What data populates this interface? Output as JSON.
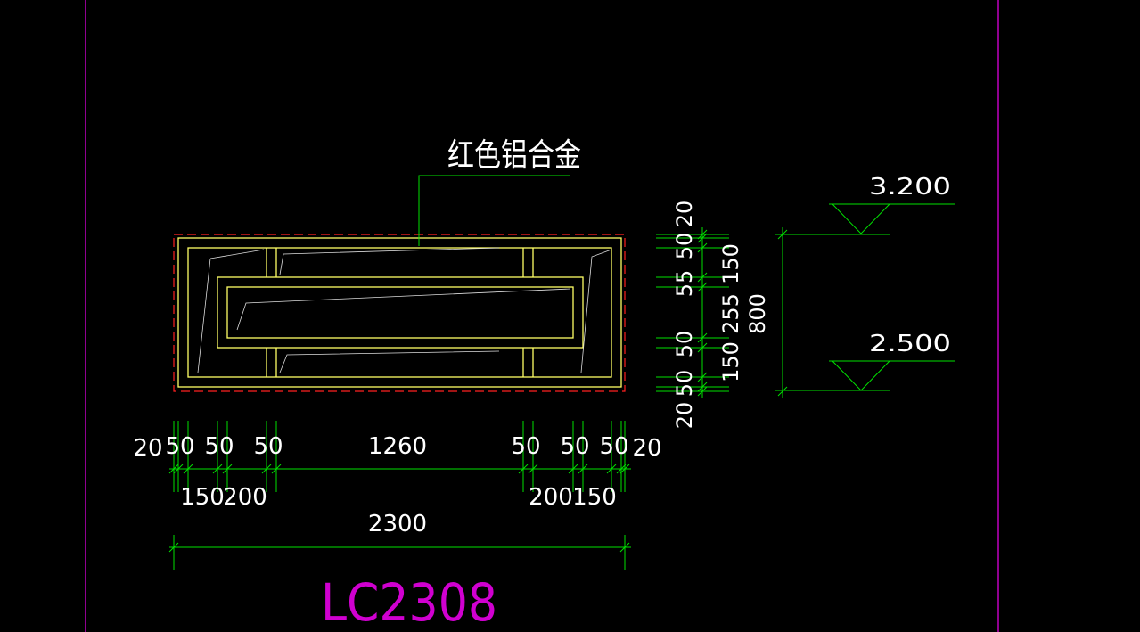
{
  "colors": {
    "background": "#000000",
    "frame": "#c000c0",
    "dimension": "#00e000",
    "window_frame": "#ffff66",
    "window_glass": "#ffffff",
    "hidden_outline": "#ff2020",
    "leader": "#00e000",
    "text": "#ffffff",
    "title": "#d000d0"
  },
  "material_label": "红色铝合金",
  "window_code": "LC2308",
  "elevation": {
    "top": "3.200",
    "bottom": "2.500"
  },
  "horizontal_dims": {
    "row1": [
      "20",
      "50",
      "50",
      "50",
      "1260",
      "50",
      "50",
      "50",
      "20"
    ],
    "row2": [
      "150",
      "200",
      "200",
      "150"
    ],
    "total": "2300"
  },
  "vertical_dims": {
    "row1": [
      "20",
      "50",
      "55",
      "50",
      "50",
      "50",
      "20"
    ],
    "row2": [
      "150",
      "255",
      "150"
    ],
    "total": "800"
  }
}
